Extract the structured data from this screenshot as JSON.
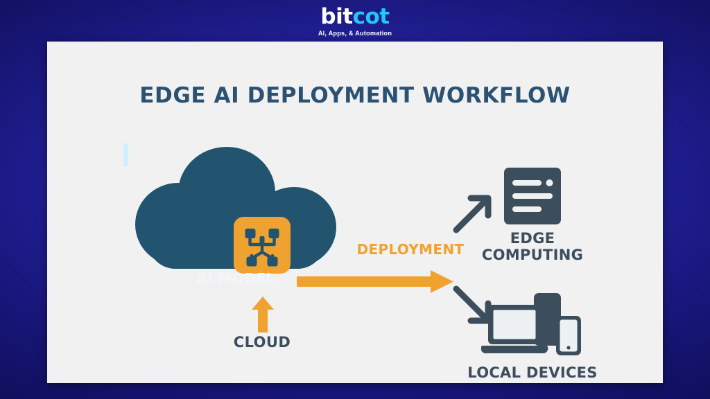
{
  "brand": {
    "logo_primary": "bit",
    "logo_secondary": "cot",
    "tagline": "AI, Apps, & Automation",
    "logo_primary_color": "#ffffff",
    "logo_secondary_color": "#23c9f4"
  },
  "slide": {
    "title": "EDGE AI DEPLOYMENT WORKFLOW",
    "background_color": "#1c1a8c",
    "card_color": "#f1f1f2",
    "title_color": "#2b5272"
  },
  "diagram": {
    "source": {
      "node_label": "AI MODEL",
      "node_icon": "ai-chip-icon",
      "container_icon": "cloud-icon",
      "container_color": "#22536f",
      "chip_color": "#f0a231",
      "caption": "CLOUD",
      "caption_arrow_icon": "arrow-up-icon",
      "caption_arrow_color": "#f0a231"
    },
    "flow": {
      "label": "DEPLOYMENT",
      "color": "#f0a231",
      "arrow_icon": "arrow-right-icon"
    },
    "targets": [
      {
        "label": "EDGE COMPUTING",
        "label_line1": "EDGE",
        "label_line2": "COMPUTING",
        "icon": "server-panel-icon",
        "arrow_icon": "arrow-up-right-icon",
        "color": "#3c4d5c"
      },
      {
        "label": "LOCAL DEVICES",
        "label_line1": "LOCAL DEVICES",
        "label_line2": "",
        "icon": "laptop-tablet-phone-icon",
        "arrow_icon": "arrow-down-right-icon",
        "color": "#3c4d5c"
      }
    ]
  }
}
